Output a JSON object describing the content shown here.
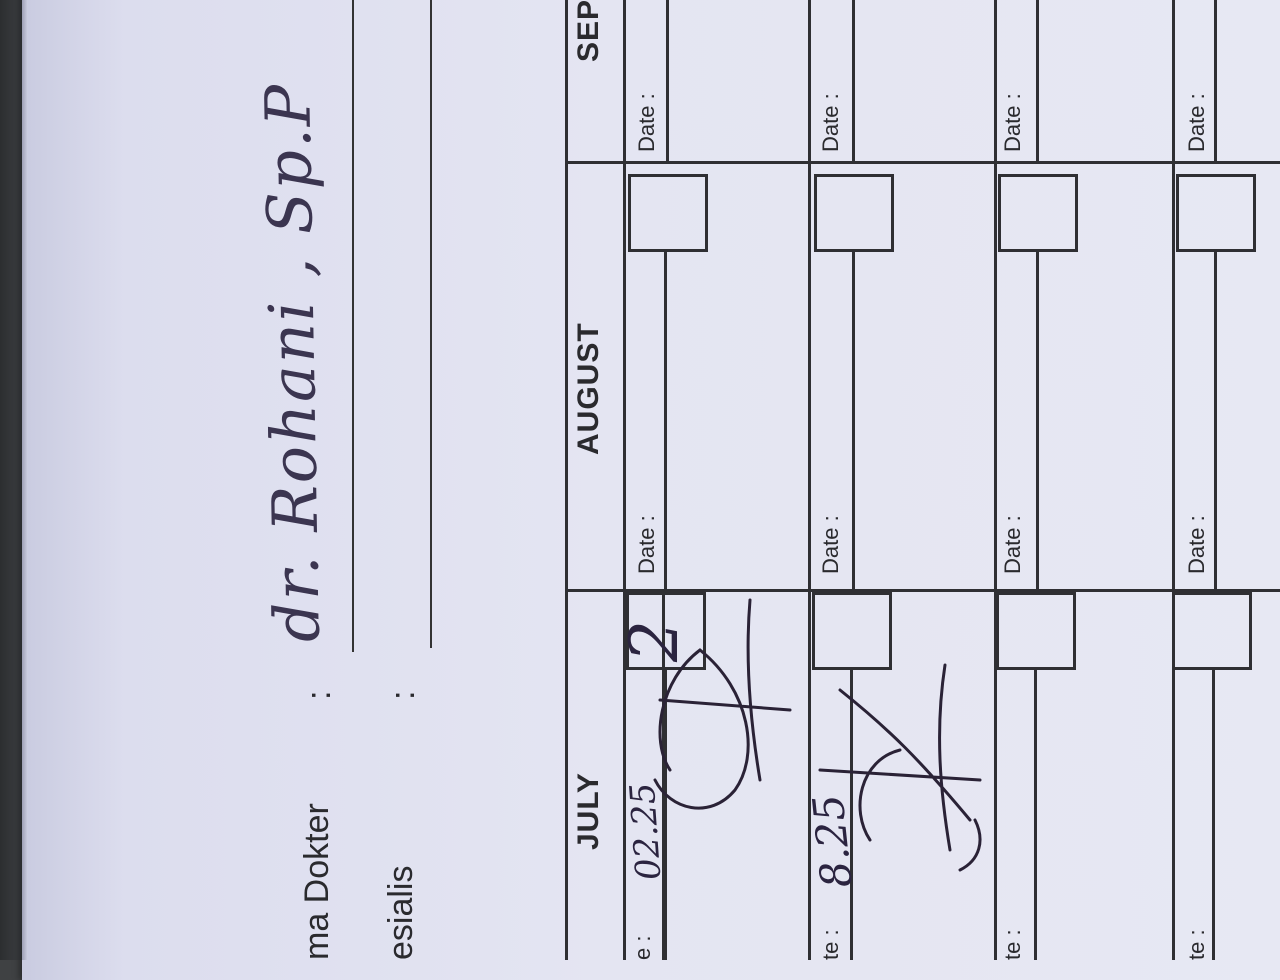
{
  "form": {
    "label_doctor": "ma Dokter",
    "label_specialist": "esialis",
    "colon": ":",
    "doctor_name": "dr. Rohani , Sp.P"
  },
  "months": [
    "JULY",
    "AUGUST",
    "SEP"
  ],
  "date_label": "Date :",
  "date_label_cut": "te :",
  "date_label_cut_first": "e :",
  "handwritten": {
    "july_row1_date": "02.25",
    "july_row1_box": "2",
    "july_row2_date": "8.25"
  }
}
